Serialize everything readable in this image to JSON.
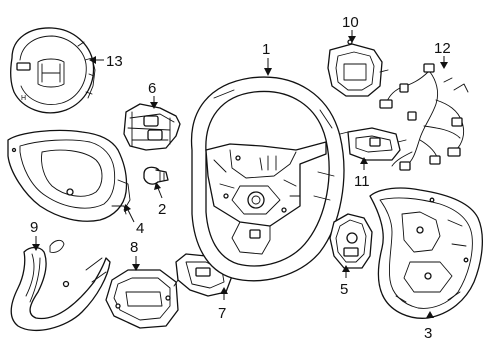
{
  "callouts": {
    "c1": "1",
    "c2": "2",
    "c3": "3",
    "c4": "4",
    "c5": "5",
    "c6": "6",
    "c7": "7",
    "c8": "8",
    "c9": "9",
    "c10": "10",
    "c11": "11",
    "c12": "12",
    "c13": "13"
  },
  "airbag_emblem": "H"
}
